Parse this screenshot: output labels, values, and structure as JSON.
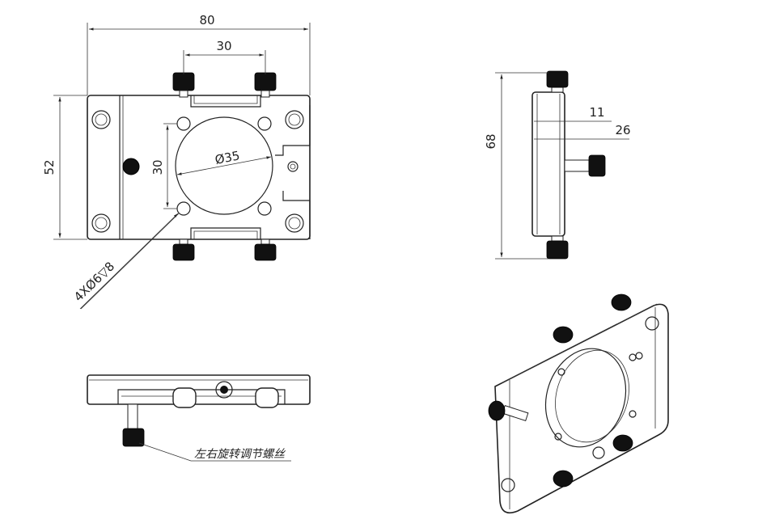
{
  "front_view": {
    "width_dim": "80",
    "spacing_dim": "30",
    "height_dim": "52",
    "hole_spacing_dim": "30",
    "aperture_dim": "Ø35",
    "hole_callout": "4XØ6▽8"
  },
  "side_view": {
    "height_dim": "68",
    "thickness_dim": "11",
    "depth_dim": "26"
  },
  "bottom_view": {
    "screw_note": "左右旋转调节螺丝"
  },
  "colors": {
    "line": "#222222",
    "knob": "#111111",
    "background": "#ffffff"
  }
}
